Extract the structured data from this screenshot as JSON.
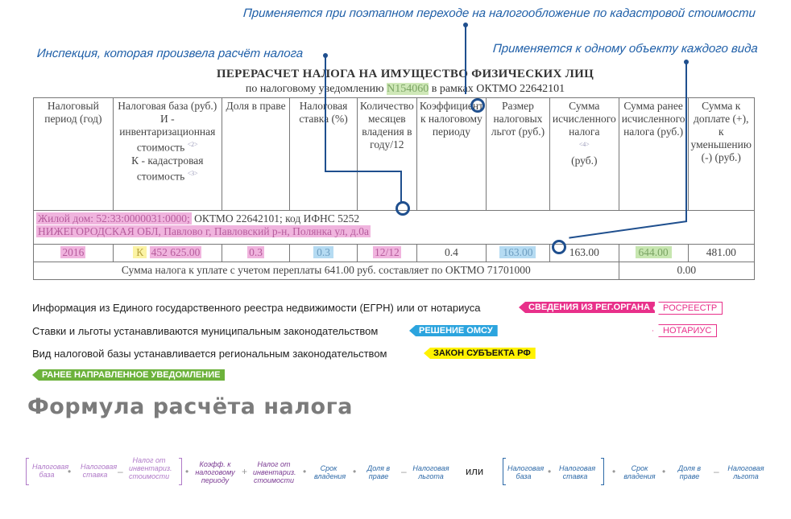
{
  "annotations": {
    "top": "Применяется при поэтапном переходе на налогообложение по кадастровой стоимости",
    "left": "Инспекция, которая произвела расчёт налога",
    "right": "Применяется к одному объекту каждого вида"
  },
  "document": {
    "title": "ПЕРЕРАСЧЕТ НАЛОГА НА ИМУЩЕСТВО ФИЗИЧЕСКИХ ЛИЦ",
    "subtitle_prefix": "по налоговому уведомлению",
    "notice_number": "N154060",
    "subtitle_suffix": "в рамках ОКТМО 22642101"
  },
  "table": {
    "headers": [
      "Налоговый период (год)",
      "Налоговая база (руб.) И - инвентаризационная стоимость",
      "К - кадастровая стоимость",
      "Доля в праве",
      "Налоговая ставка (%)",
      "Количество месяцев владения в году/12",
      "Коэффициент к налоговому периоду",
      "Размер налоговых льгот (руб.)",
      "Сумма исчисленного налога",
      "(руб.)",
      "Сумма ранее исчисленного налога (руб.)",
      "Сумма к доплате (+), к уменьшению (-) (руб.)"
    ],
    "footnotes": [
      "<2>",
      "<3>",
      "<4>"
    ],
    "object_line1_highlight": "Жилой дом: 52:33:0000031:0000;",
    "object_line1_rest": "ОКТМО 22642101; код ИФНС 5252",
    "object_line2": "НИЖЕГОРОДСКАЯ ОБЛ, Павлово г, Павловский р-н, Полянка ул, д.0а",
    "row": {
      "period": "2016",
      "base_type": "К",
      "base": "452 625.00",
      "share": "0.3",
      "rate": "0.3",
      "months": "12/12",
      "coefficient": "0.4",
      "benefits": "163.00",
      "calculated": "163.00",
      "previous": "644.00",
      "difference": "481.00"
    },
    "summary_text": "Сумма налога к уплате с учетом переплаты 641.00 руб. составляет по ОКТМО 71701000",
    "summary_value": "0.00"
  },
  "legend": {
    "egrn": "Информация из Единого государственного реестра недвижимости (ЕГРН) или от нотариуса",
    "rates": "Ставки и льготы устанавливаются муниципальным законодательством",
    "base_type": "Вид налоговой базы устанавливается региональным законодательством",
    "tag_registry": "СВЕДЕНИЯ ИЗ РЕГ.ОРГАНА",
    "tag_rosreestr": "РОСРЕЕСТР",
    "tag_notary": "НОТАРИУС",
    "tag_omsu": "РЕШЕНИЕ ОМСУ",
    "tag_subject": "ЗАКОН СУБЪЕКТА РФ",
    "tag_previous": "РАНЕЕ НАПРАВЛЕННОЕ УВЕДОМЛЕНИЕ"
  },
  "formula": {
    "title": "Формула расчёта налога",
    "base": "Налоговая база",
    "rate": "Налоговая ставка",
    "inv_tax": "Налог от инвентариз. стоимости",
    "coeff": "Коэфф. к налоговому периоду",
    "inv_tax2": "Налог от инвентариз. стоимости",
    "term": "Срок владения",
    "share": "Доля в праве",
    "benefit": "Налоговая льгота",
    "or": "или"
  },
  "colors": {
    "annotation_blue": "#1f5fa8",
    "pink": "#e8308a",
    "blue": "#2ba4de",
    "yellow": "#fff200",
    "green": "#6cb23b"
  }
}
